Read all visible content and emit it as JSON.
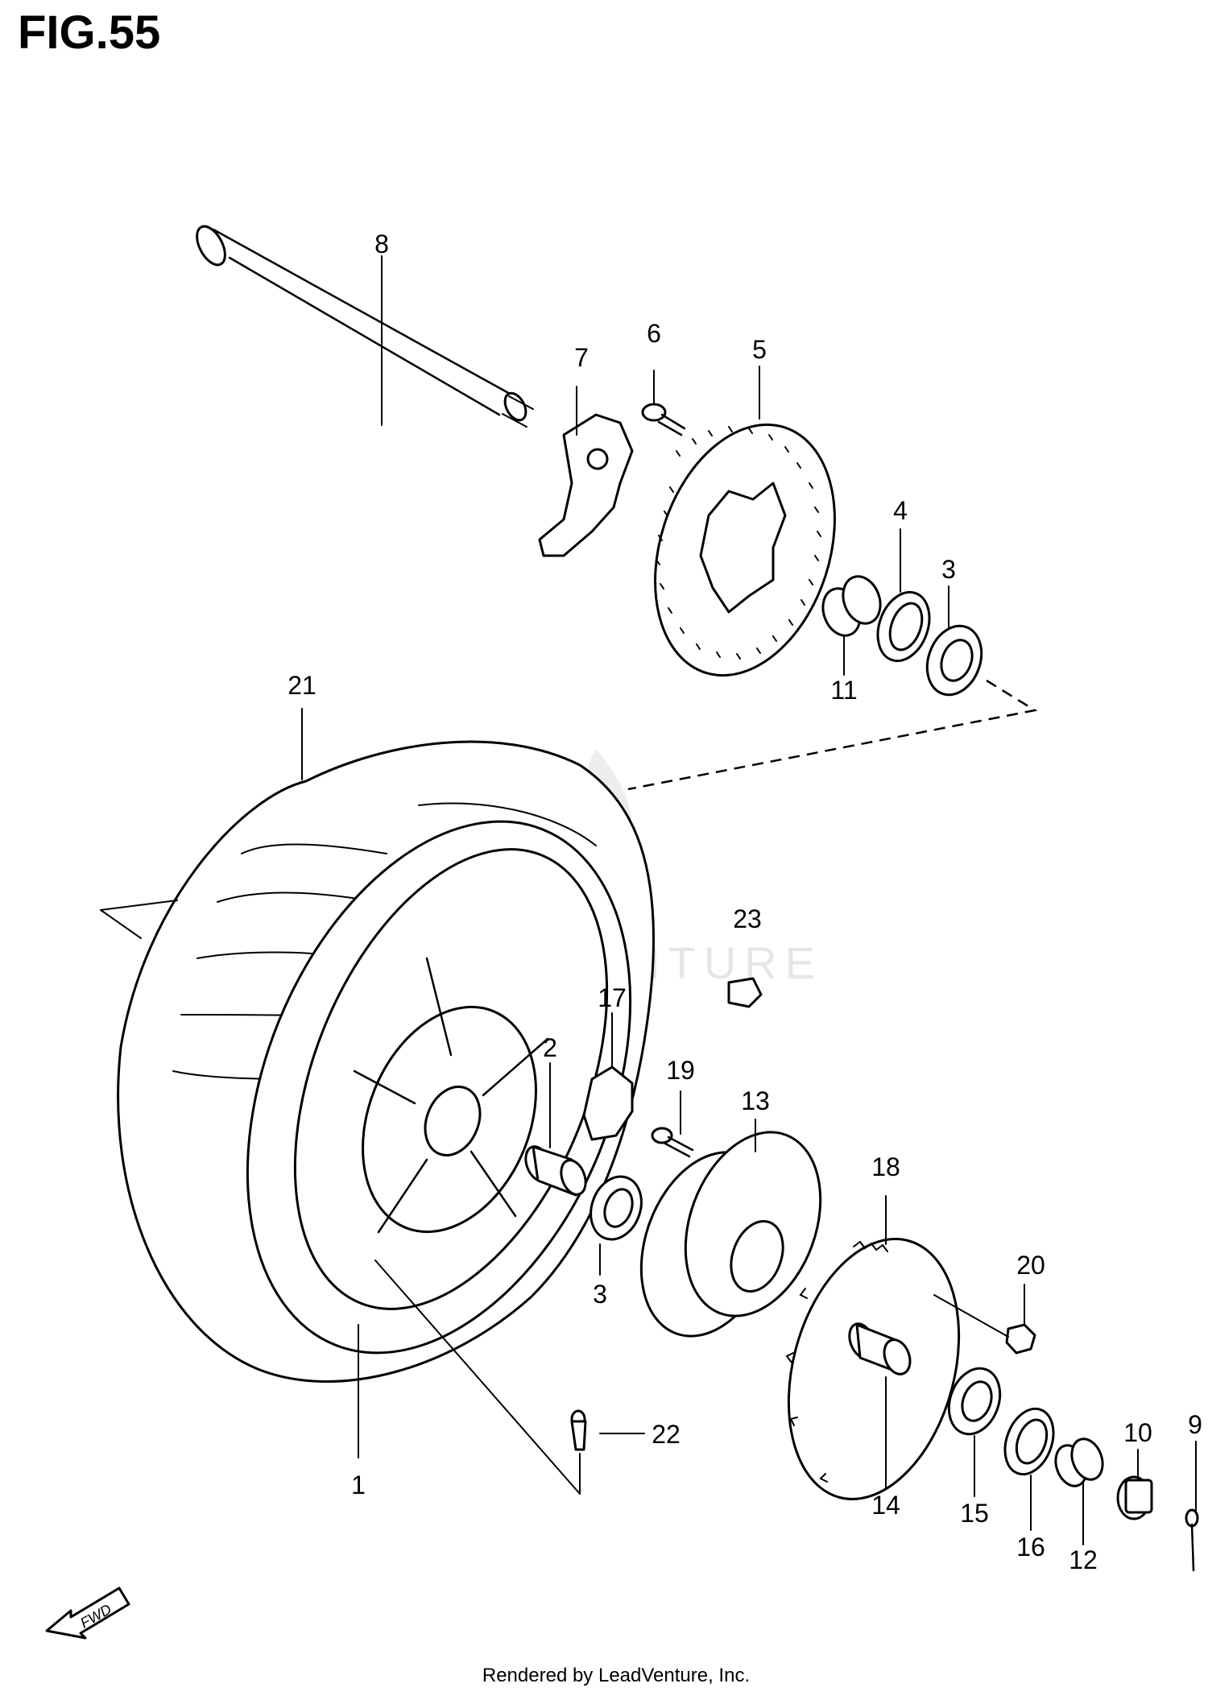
{
  "figure": {
    "title": "FIG.55",
    "footer": "Rendered by LeadVenture, Inc.",
    "watermark": "LEADVENTURE",
    "direction_label": "FWD"
  },
  "callouts": [
    {
      "id": "c1",
      "label": "1"
    },
    {
      "id": "c2",
      "label": "2"
    },
    {
      "id": "c3a",
      "label": "3"
    },
    {
      "id": "c3b",
      "label": "3"
    },
    {
      "id": "c4",
      "label": "4"
    },
    {
      "id": "c5",
      "label": "5"
    },
    {
      "id": "c6",
      "label": "6"
    },
    {
      "id": "c7",
      "label": "7"
    },
    {
      "id": "c8",
      "label": "8"
    },
    {
      "id": "c9",
      "label": "9"
    },
    {
      "id": "c10",
      "label": "10"
    },
    {
      "id": "c11",
      "label": "11"
    },
    {
      "id": "c12",
      "label": "12"
    },
    {
      "id": "c13",
      "label": "13"
    },
    {
      "id": "c14",
      "label": "14"
    },
    {
      "id": "c15",
      "label": "15"
    },
    {
      "id": "c16",
      "label": "16"
    },
    {
      "id": "c17",
      "label": "17"
    },
    {
      "id": "c18",
      "label": "18"
    },
    {
      "id": "c19",
      "label": "19"
    },
    {
      "id": "c20",
      "label": "20"
    },
    {
      "id": "c21",
      "label": "21"
    },
    {
      "id": "c22",
      "label": "22"
    },
    {
      "id": "c23",
      "label": "23"
    }
  ]
}
